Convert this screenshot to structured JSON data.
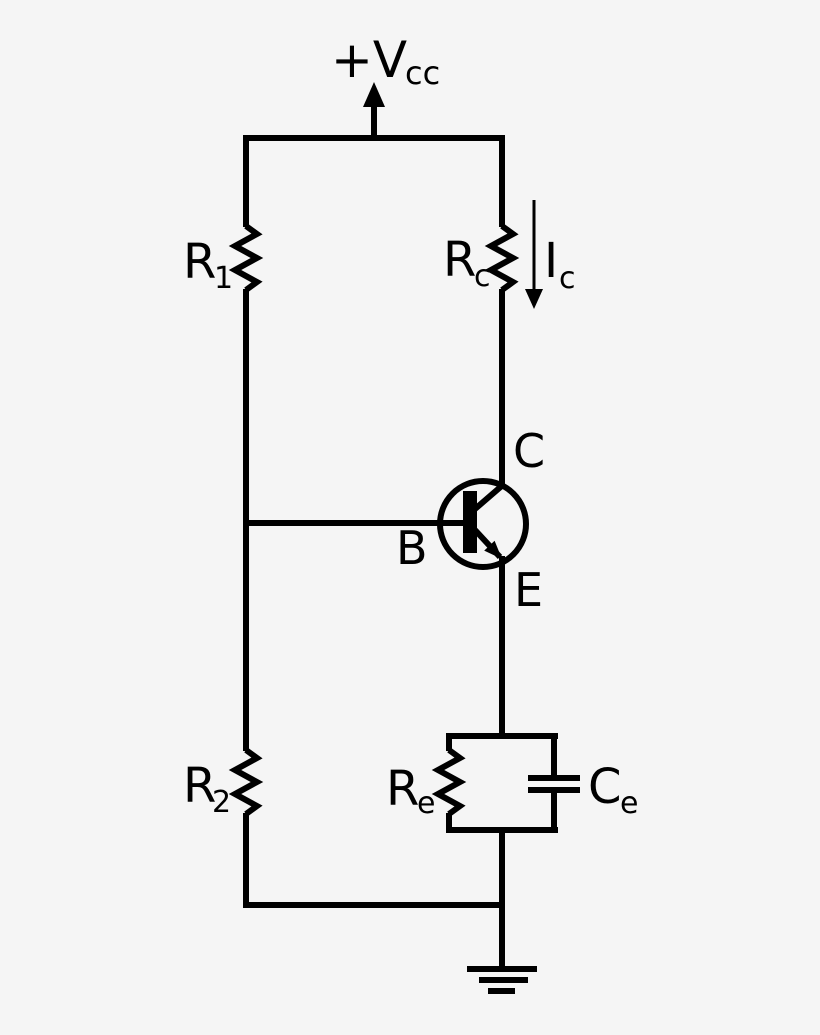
{
  "figure": {
    "description": "Voltage-divider biased NPN BJT amplifier schematic with emitter resistor bypassed by capacitor",
    "background_color": "#f5f5f5",
    "line_color": "#000000",
    "text_color": "#000000"
  },
  "labels": {
    "supply": {
      "main": "+V",
      "sub": "cc"
    },
    "resistor_r1": {
      "main": "R",
      "sub": "1"
    },
    "resistor_rc": {
      "main": "R",
      "sub": "c"
    },
    "current_ic": {
      "main": "I",
      "sub": "c"
    },
    "resistor_r2": {
      "main": "R",
      "sub": "2"
    },
    "resistor_re": {
      "main": "R",
      "sub": "e"
    },
    "capacitor_ce": {
      "main": "C",
      "sub": "e"
    },
    "node_collector": "C",
    "node_base": "B",
    "node_emitter": "E"
  },
  "components": [
    {
      "id": "vcc-supply",
      "type": "supply-arrow",
      "label": "+Vcc"
    },
    {
      "id": "resistor-r1",
      "type": "resistor",
      "label": "R1"
    },
    {
      "id": "resistor-rc",
      "type": "resistor",
      "label": "Rc"
    },
    {
      "id": "current-arrow-ic",
      "type": "current-arrow",
      "label": "Ic",
      "direction": "down"
    },
    {
      "id": "transistor-q1",
      "type": "npn-transistor",
      "terminals": [
        "C",
        "B",
        "E"
      ]
    },
    {
      "id": "resistor-r2",
      "type": "resistor",
      "label": "R2"
    },
    {
      "id": "resistor-re",
      "type": "resistor",
      "label": "Re"
    },
    {
      "id": "capacitor-ce",
      "type": "capacitor",
      "label": "Ce"
    },
    {
      "id": "ground",
      "type": "earth-ground"
    }
  ]
}
